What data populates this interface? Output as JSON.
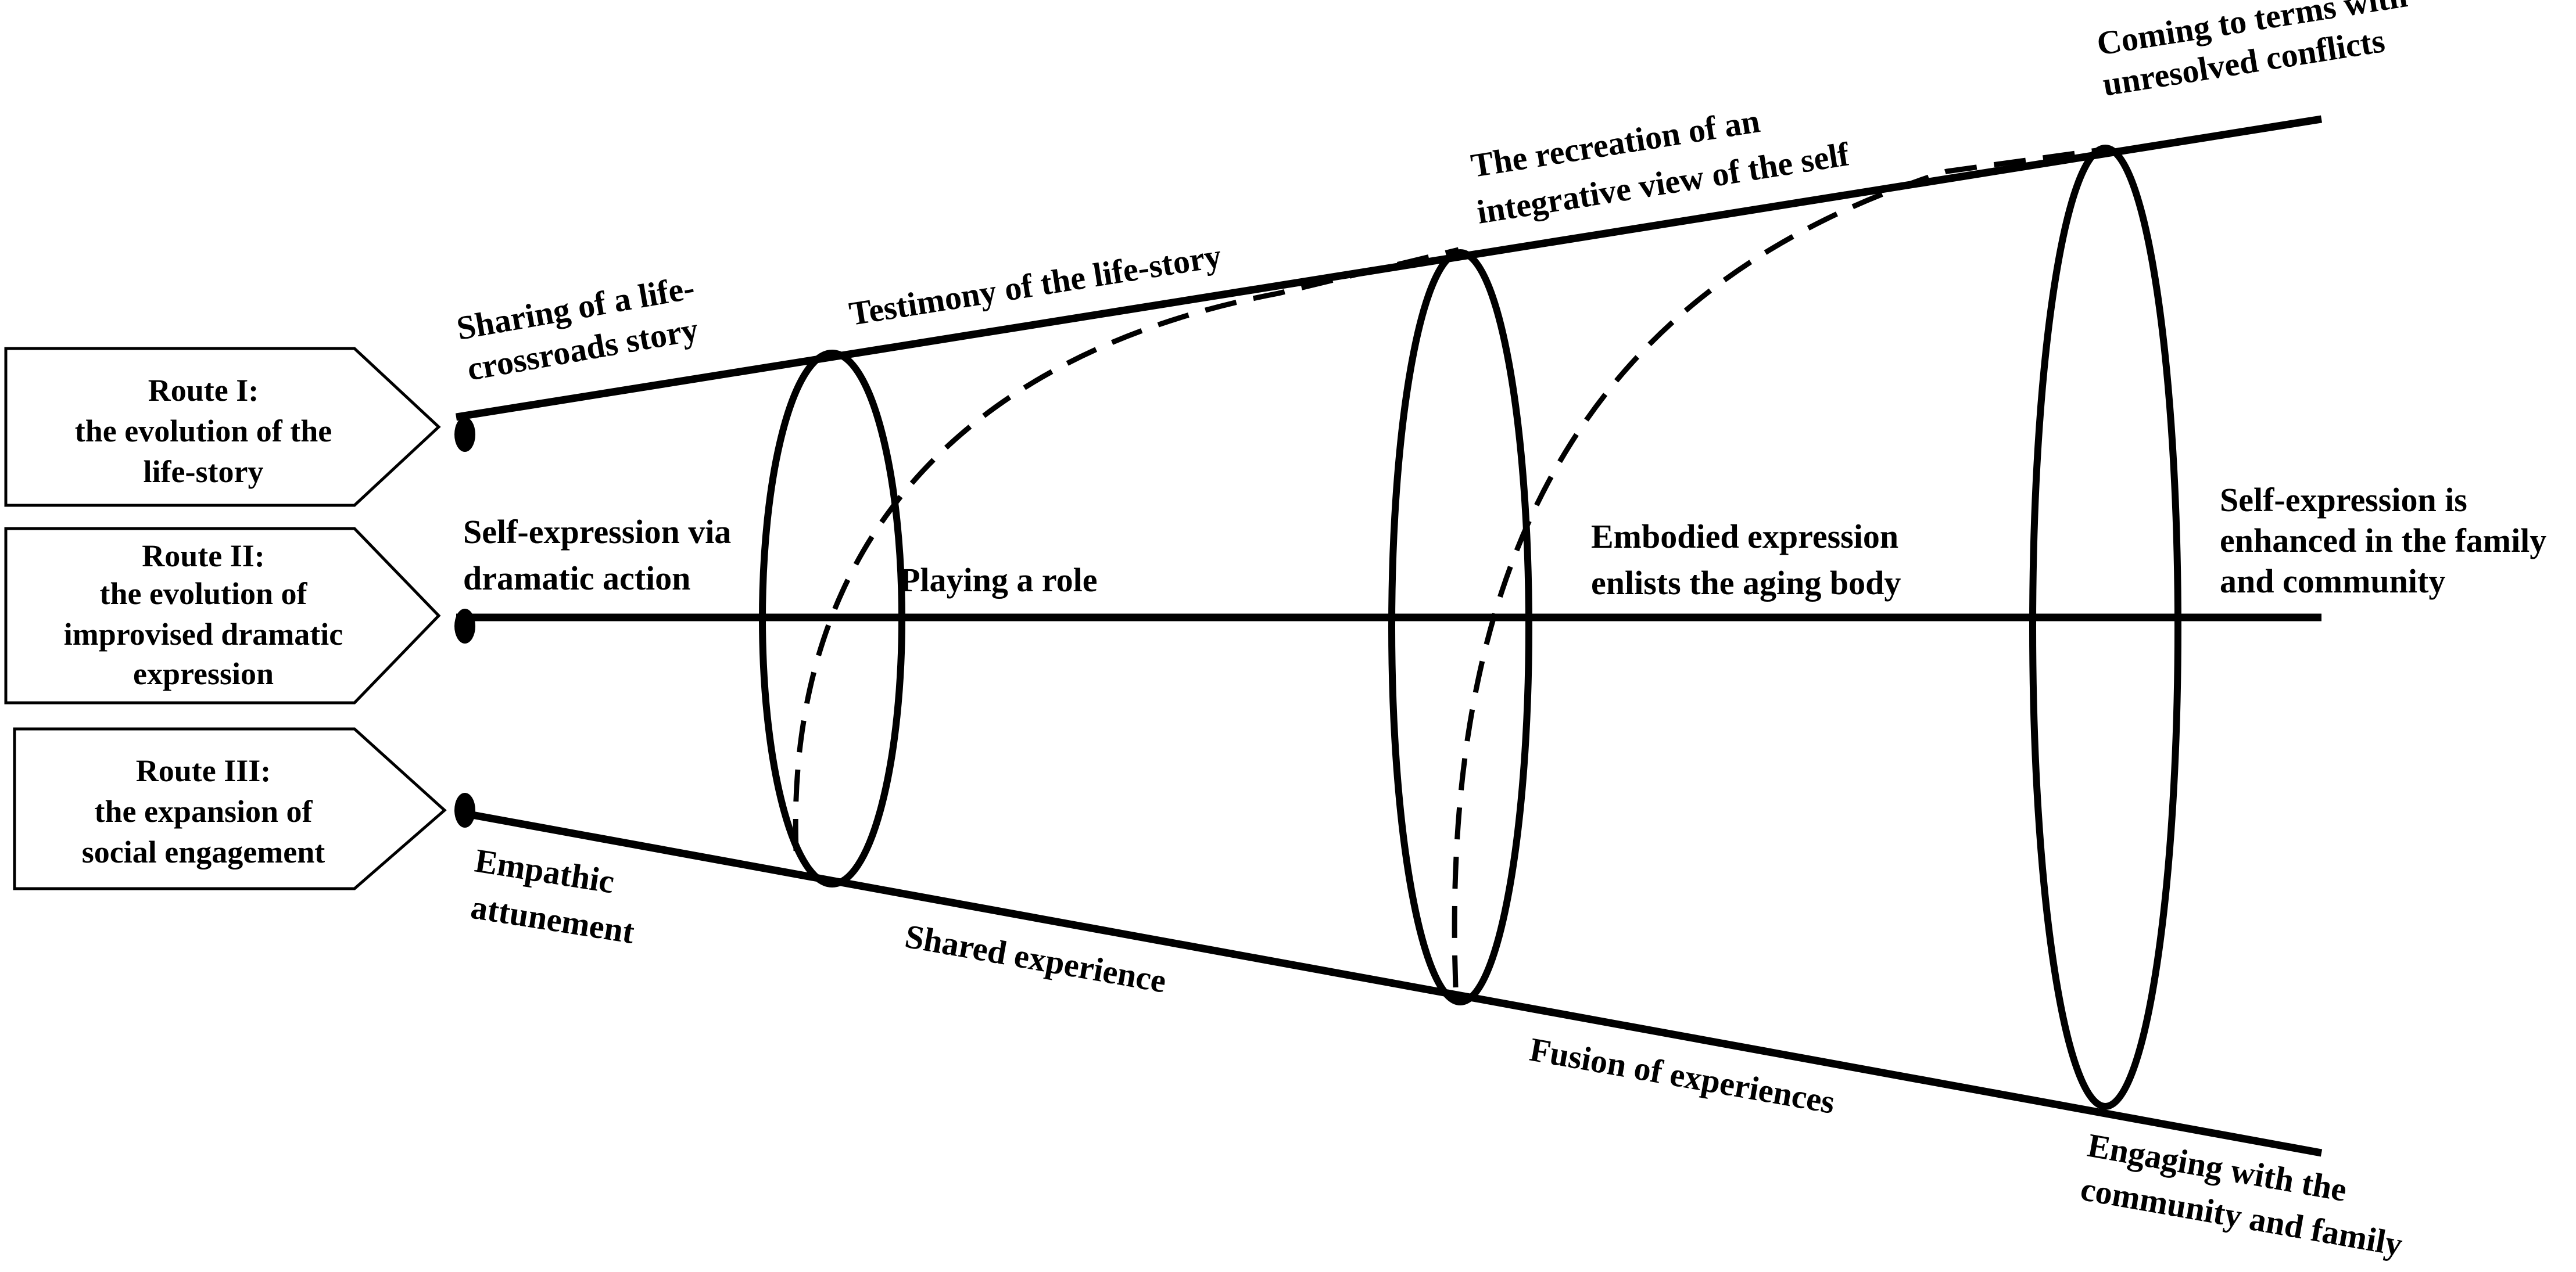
{
  "routes": [
    {
      "title": "Route I:",
      "line1": "the evolution of the",
      "line2": "life-story"
    },
    {
      "title": "Route II:",
      "line1": "the evolution of",
      "line2": "improvised dramatic",
      "line3": "expression"
    },
    {
      "title": "Route III:",
      "line1": "the expansion of",
      "line2": "social engagement"
    }
  ],
  "top_line": {
    "sharing_1": "Sharing of a life-",
    "sharing_2": "crossroads story",
    "testimony": "Testimony of the life-story",
    "recreation_1": "The recreation of an",
    "recreation_2": "integrative view of the self",
    "coming_1": "Coming to terms with",
    "coming_2": "unresolved conflicts"
  },
  "middle_line": {
    "selfexpr_1": "Self-expression via",
    "selfexpr_2": "dramatic action",
    "playing": "Playing a role",
    "embodied_1": "Embodied expression",
    "embodied_2": "enlists the aging body",
    "enhanced_1": "Self-expression is",
    "enhanced_2": "enhanced in the family",
    "enhanced_3": "and community"
  },
  "bottom_line": {
    "empathic_1": "Empathic",
    "empathic_2": "attunement",
    "shared": "Shared experience",
    "fusion": "Fusion of experiences",
    "engaging_1": "Engaging with the",
    "engaging_2": "community and family"
  },
  "colors": {
    "stroke": "#000000",
    "background": "#ffffff"
  }
}
